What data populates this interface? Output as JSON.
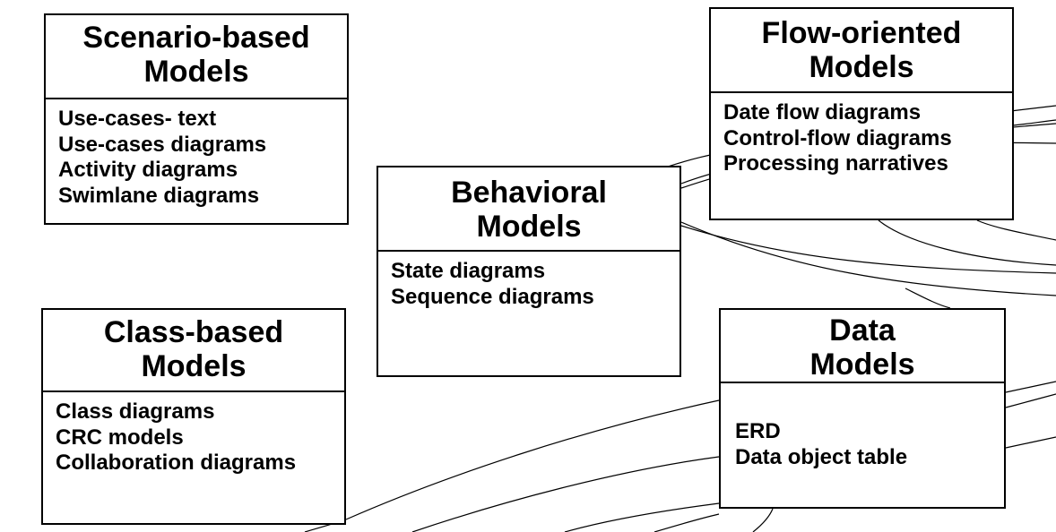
{
  "models": {
    "scenario": {
      "title_lines": [
        "Scenario-based",
        "Models"
      ],
      "items": [
        "Use-cases- text",
        "Use-cases diagrams",
        "Activity diagrams",
        "Swimlane diagrams"
      ]
    },
    "flow": {
      "title_lines": [
        "Flow-oriented",
        "Models"
      ],
      "items": [
        "Date flow diagrams",
        "Control-flow diagrams",
        "Processing narratives"
      ]
    },
    "behavioral": {
      "title_lines": [
        "Behavioral",
        "Models"
      ],
      "items": [
        "State diagrams",
        "Sequence diagrams"
      ]
    },
    "class": {
      "title_lines": [
        "Class-based",
        "Models"
      ],
      "items": [
        "Class diagrams",
        "CRC models",
        "Collaboration diagrams"
      ]
    },
    "data": {
      "title_lines": [
        "Data",
        "Models"
      ],
      "items": [
        "ERD",
        "Data object table"
      ]
    }
  },
  "colors": {
    "stroke": "#000000",
    "background": "#ffffff"
  }
}
